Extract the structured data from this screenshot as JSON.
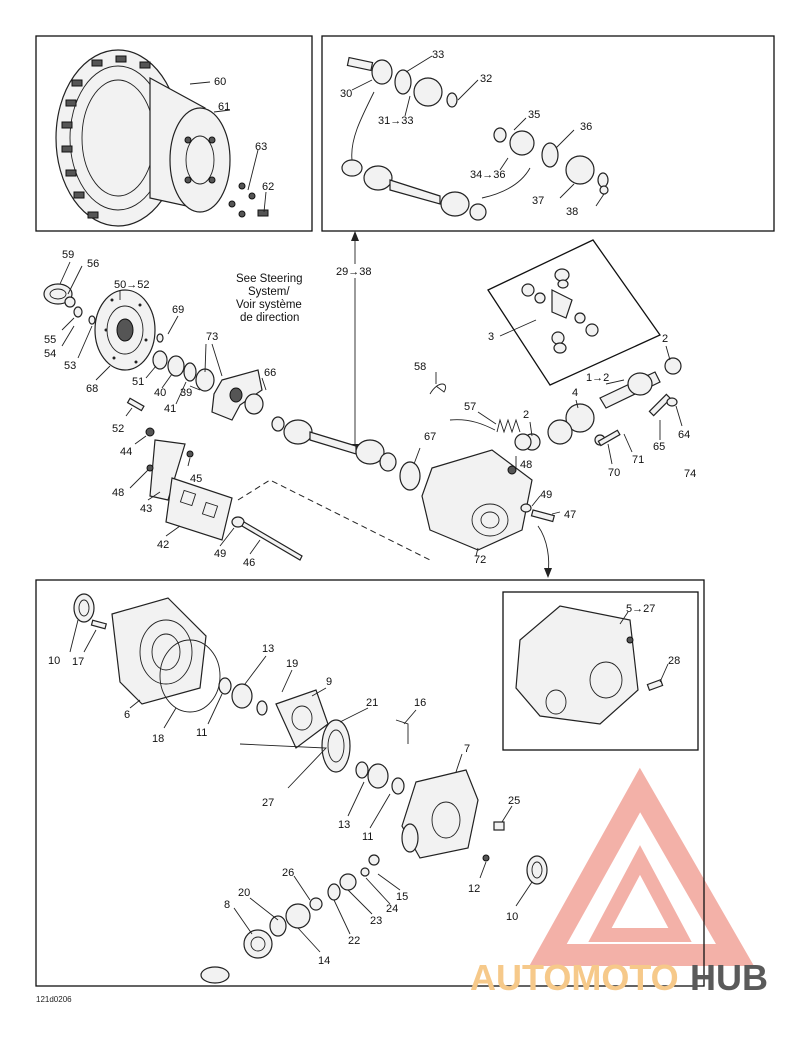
{
  "callouts": {
    "c60": "60",
    "c61": "61",
    "c63": "63",
    "c62": "62",
    "c33": "33",
    "c32": "32",
    "c30": "30",
    "c31_33": "31→33",
    "c35": "35",
    "c36": "36",
    "c34_36": "34→36",
    "c37": "37",
    "c38": "38",
    "c59": "59",
    "c56": "56",
    "c50_52": "50→52",
    "c69": "69",
    "c55": "55",
    "c54": "54",
    "c53": "53",
    "c68": "68",
    "c51": "51",
    "c40": "40",
    "c41": "41",
    "c39": "39",
    "c73": "73",
    "c66": "66",
    "c29_38": "29→38",
    "c3": "3",
    "c2a": "2",
    "c1_2": "1→2",
    "c4": "4",
    "c2b": "2",
    "c58": "58",
    "c57": "57",
    "c52": "52",
    "c44": "44",
    "c45": "45",
    "c48a": "48",
    "c43": "43",
    "c42": "42",
    "c49a": "49",
    "c46": "46",
    "c67": "67",
    "c48b": "48",
    "c49b": "49",
    "c47": "47",
    "c72": "72",
    "c65": "65",
    "c64": "64",
    "c70": "70",
    "c71": "71",
    "c74": "74",
    "c10a": "10",
    "c17": "17",
    "c6": "6",
    "c18": "18",
    "c11a": "11",
    "c13a": "13",
    "c19": "19",
    "c9": "9",
    "c21": "21",
    "c16": "16",
    "c7": "7",
    "c27": "27",
    "c13b": "13",
    "c11b": "11",
    "c25": "25",
    "c12": "12",
    "c10b": "10",
    "c26": "26",
    "c15": "15",
    "c24": "24",
    "c23": "23",
    "c22": "22",
    "c20": "20",
    "c8": "8",
    "c14": "14",
    "c5_27": "5→27",
    "c28": "28"
  },
  "steering_note": {
    "line1": "See Steering",
    "line2": "System/",
    "line3": "Voir système",
    "line4": "de direction"
  },
  "figure_code": "121d0206",
  "watermark": {
    "part1": "AUTOMOTO",
    "part2": "HUB",
    "accent_color": "#f3a9a0",
    "text_color": "#f6c98a",
    "hub_color": "#5a5a5a"
  }
}
